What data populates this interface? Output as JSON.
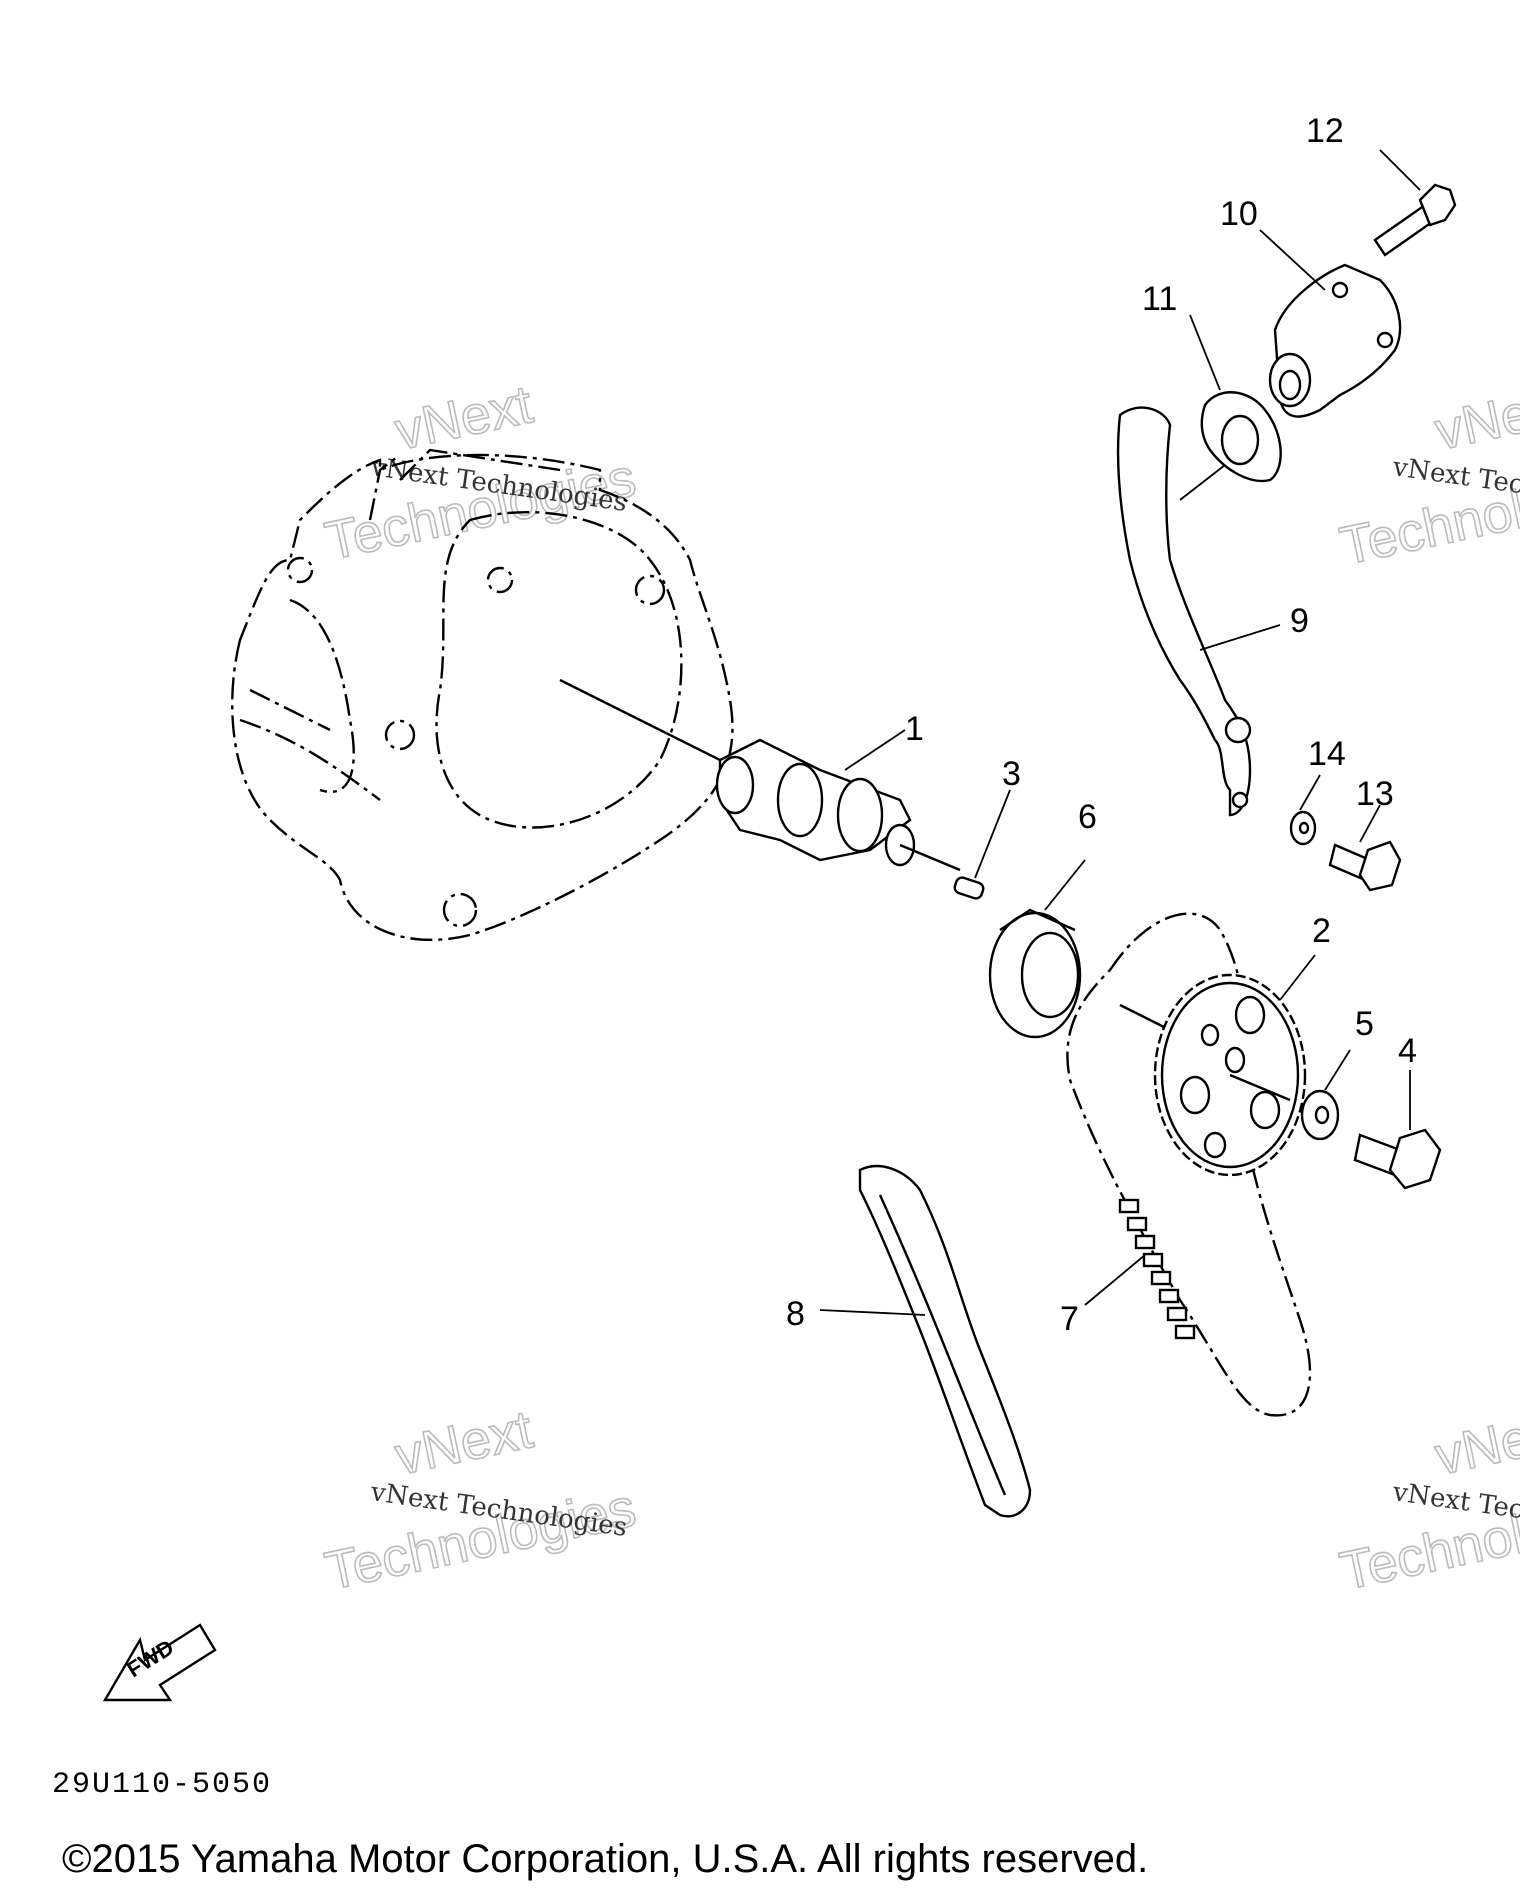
{
  "callouts": [
    {
      "id": "1",
      "label": "1"
    },
    {
      "id": "2",
      "label": "2"
    },
    {
      "id": "3",
      "label": "3"
    },
    {
      "id": "4",
      "label": "4"
    },
    {
      "id": "5",
      "label": "5"
    },
    {
      "id": "6",
      "label": "6"
    },
    {
      "id": "7",
      "label": "7"
    },
    {
      "id": "8",
      "label": "8"
    },
    {
      "id": "9",
      "label": "9"
    },
    {
      "id": "10",
      "label": "10"
    },
    {
      "id": "11",
      "label": "11"
    },
    {
      "id": "12",
      "label": "12"
    },
    {
      "id": "13",
      "label": "13"
    },
    {
      "id": "14",
      "label": "14"
    }
  ],
  "watermark": {
    "line": "vNext Technologies",
    "big_top": "vNext",
    "big_bottom": "Technologies"
  },
  "direction_label": "FWD",
  "part_code": "29U110-5050",
  "copyright": "©2015 Yamaha Motor Corporation, U.S.A. All rights reserved."
}
